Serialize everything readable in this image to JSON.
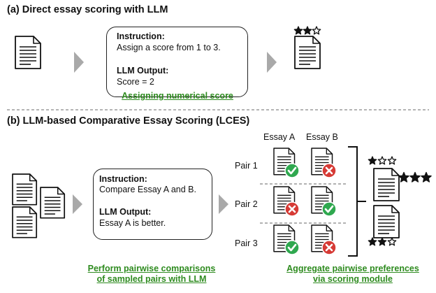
{
  "section_a": {
    "title": "(a) Direct essay scoring with LLM",
    "instruction_heading": "Instruction:",
    "instruction_text": "Assign a score from 1 to 3.",
    "output_heading": "LLM Output:",
    "output_text": "Score = 2",
    "caption": "Assigning numerical score",
    "score_stars": {
      "filled": 2,
      "total": 3
    }
  },
  "section_b": {
    "title": "(b) LLM-based Comparative Essay Scoring (LCES)",
    "instruction_heading": "Instruction:",
    "instruction_text": "Compare Essay A and B.",
    "output_heading": "LLM Output:",
    "output_text": "Essay A is better.",
    "column_a": "Essay A",
    "column_b": "Essay B",
    "pairs": [
      {
        "label": "Pair 1",
        "a": "check",
        "b": "cross"
      },
      {
        "label": "Pair 2",
        "a": "cross",
        "b": "check"
      },
      {
        "label": "Pair 3",
        "a": "check",
        "b": "cross"
      }
    ],
    "caption_left_line1": "Perform pairwise comparisons",
    "caption_left_line2": "of sampled pairs with LLM",
    "caption_right_line1": "Aggregate pairwise preferences",
    "caption_right_line2": "via scoring module",
    "result_stars": [
      {
        "filled": 1,
        "total": 3
      },
      {
        "filled": 3,
        "total": 3
      },
      {
        "filled": 2,
        "total": 3
      }
    ]
  },
  "colors": {
    "check": "#2fa84f",
    "cross": "#d63a35",
    "caption": "#2e8b1f",
    "robot": "#c9d6f5",
    "arrow": "#a9a9a9"
  }
}
